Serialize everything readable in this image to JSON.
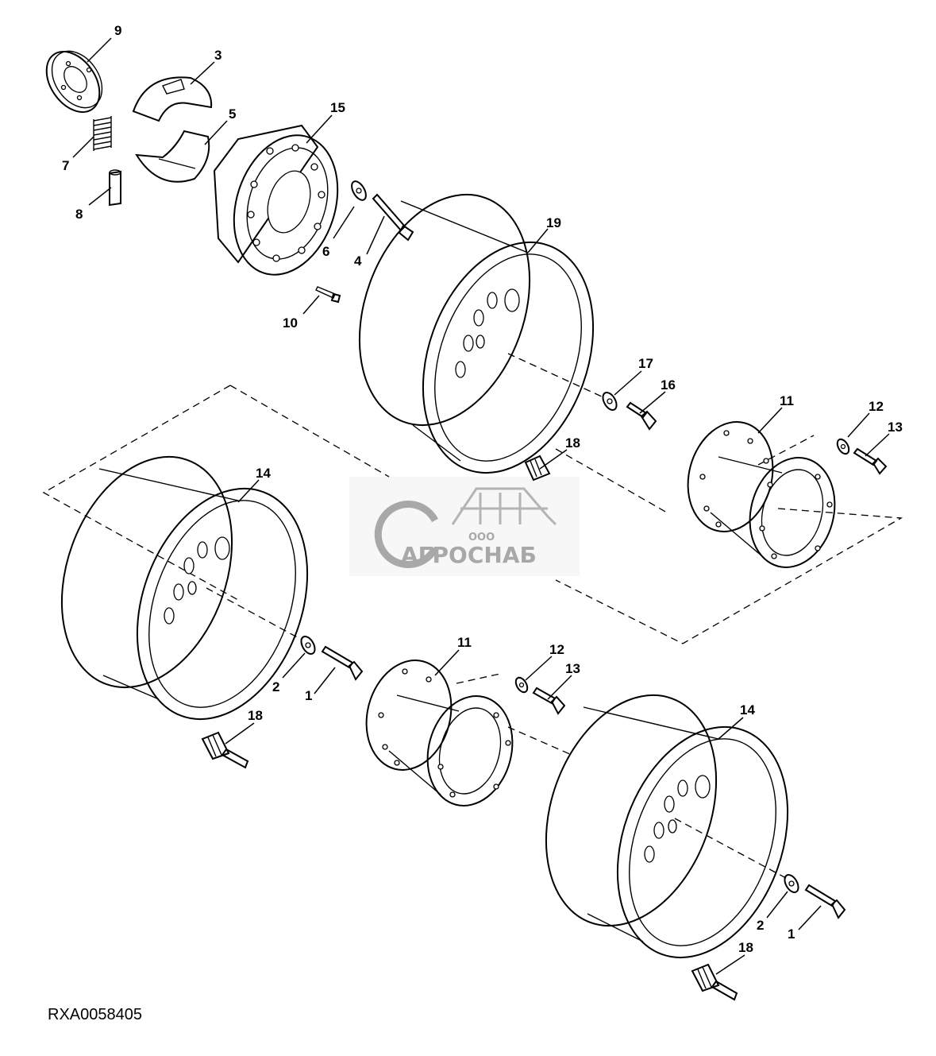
{
  "figure_id": "RXA0058405",
  "watermark": {
    "company_prefix": "ООО",
    "company_name": "АГРОСНАБ",
    "color": "#9a9a9a"
  },
  "callouts": {
    "c9": "9",
    "c3": "3",
    "c5": "5",
    "c15": "15",
    "c7": "7",
    "c8": "8",
    "c6": "6",
    "c4": "4",
    "c10": "10",
    "c19": "19",
    "c17": "17",
    "c16": "16",
    "c11a": "11",
    "c12a": "12",
    "c13a": "13",
    "c18a": "18",
    "c14a": "14",
    "c2a": "2",
    "c1a": "1",
    "c18b": "18",
    "c11b": "11",
    "c12b": "12",
    "c13b": "13",
    "c14b": "14",
    "c2b": "2",
    "c1b": "1",
    "c18c": "18"
  }
}
